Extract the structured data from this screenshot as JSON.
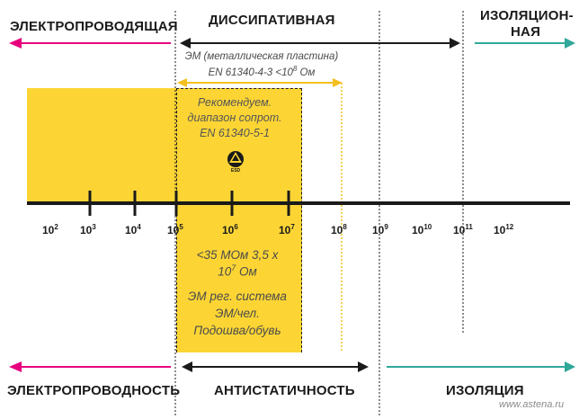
{
  "top": {
    "left_label": "ЭЛЕКТРОПРОВОДЯЩАЯ",
    "middle_label": "ДИССИПАТИВНАЯ",
    "right_label_line1": "ИЗОЛЯЦИОН-",
    "right_label_line2": "НАЯ"
  },
  "bottom": {
    "left_label": "ЭЛЕКТРОПРОВОДНОСТЬ",
    "middle_label": "АНТИСТАТИЧНОСТЬ",
    "right_label": "ИЗОЛЯЦИЯ"
  },
  "metal_plate": {
    "line1": "ЭМ (металлическая пластина)",
    "line2_prefix": "EN 61340-4-3 <10",
    "line2_exp": "8",
    "line2_suffix": " Ом"
  },
  "recommended": {
    "line1": "Рекомендуем.",
    "line2": "диапазон сопрот.",
    "line3": "EN 61340-5-1",
    "esd_label": "ESD"
  },
  "lower_box": {
    "line1": "<35 МОм 3,5 х",
    "line2_base": "10",
    "line2_exp": "7",
    "line2_suffix": " Ом",
    "line3": "ЭМ рег. система",
    "line4": "ЭМ/чел.",
    "line5": "Подошва/обувь"
  },
  "scale": {
    "base": "10",
    "exponents": [
      "2",
      "3",
      "4",
      "5",
      "6",
      "7",
      "8",
      "9",
      "10",
      "11",
      "12"
    ]
  },
  "watermark": "www.astena.ru",
  "colors": {
    "magenta": "#e6007e",
    "teal": "#2fa89a",
    "yellow": "#fcd535",
    "yellow_line": "#f4c020",
    "black": "#1a1a1a"
  }
}
